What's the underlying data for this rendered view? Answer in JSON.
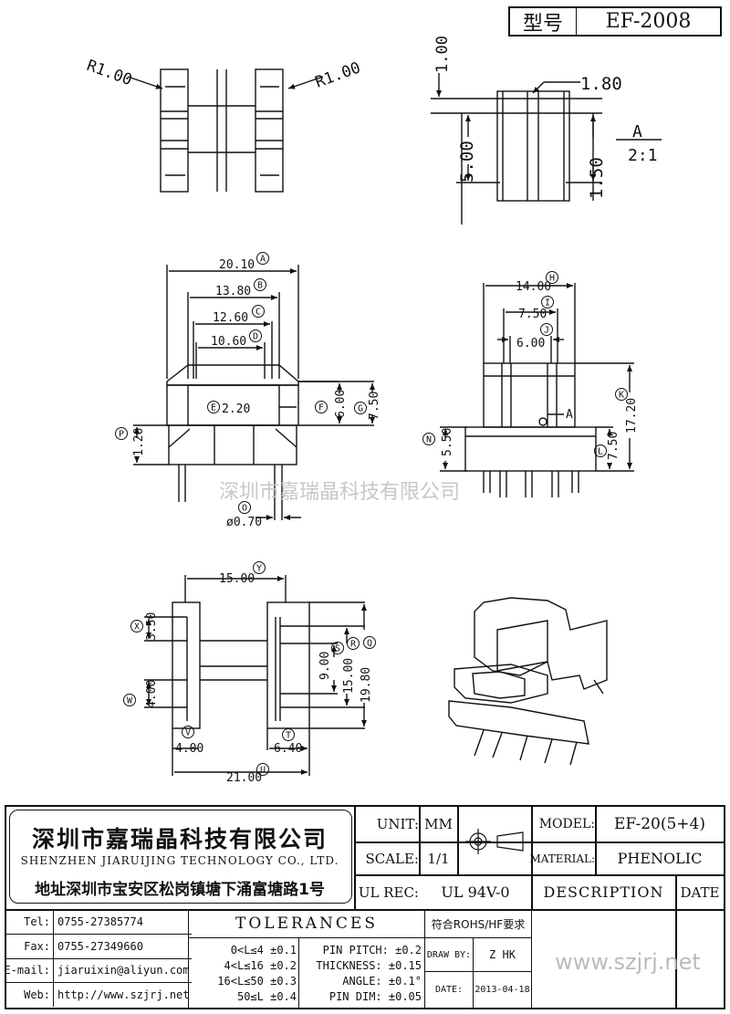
{
  "title_box": {
    "label": "型号",
    "model": "EF-2008"
  },
  "dims": {
    "r_left": "R1.00",
    "r_right": "R1.00",
    "d_1_00": "1.00",
    "d_1_80": "1.80",
    "d_5_00": "5.00",
    "d_1_50": "1.50",
    "detail_letter": "A",
    "detail_scale": "2:1",
    "A": "20.10",
    "B": "13.80",
    "C": "12.60",
    "D": "10.60",
    "E": "2.20",
    "F": "6.00",
    "G": "7.50",
    "P": "1.20",
    "O": "ø0.70",
    "H": "14.00",
    "I": "7.50",
    "J": "6.00",
    "K": "17.20",
    "L": "7.50",
    "N": "5.50",
    "Y": "15.00",
    "X": "3.50",
    "W": "4.00",
    "V": "4.00",
    "U": "21.00",
    "S": "9.00",
    "R": "15.00",
    "Q": "19.80",
    "T": "6.40",
    "detail_ref": "A"
  },
  "letters": [
    "A",
    "B",
    "C",
    "D",
    "E",
    "F",
    "G",
    "P",
    "O",
    "H",
    "I",
    "J",
    "K",
    "L",
    "N",
    "Y",
    "X",
    "W",
    "V",
    "U",
    "S",
    "R",
    "Q",
    "T"
  ],
  "watermark": "深圳市嘉瑞晶科技有限公司",
  "company": {
    "name_cn": "深圳市嘉瑞晶科技有限公司",
    "name_en": "SHENZHEN JIARUIJING TECHNOLOGY CO., LTD.",
    "address": "地址深圳市宝安区松岗镇塘下涌富塘路1号"
  },
  "contact": [
    {
      "label": "Tel:",
      "value": "0755-27385774"
    },
    {
      "label": "Fax:",
      "value": "0755-27349660"
    },
    {
      "label": "E-mail:",
      "value": "jiaruixin@aliyun.com"
    },
    {
      "label": "Web:",
      "value": "http://www.szjrj.net"
    }
  ],
  "table": {
    "unit_label": "UNIT:",
    "unit_value": "MM",
    "scale_label": "SCALE:",
    "scale_value": "1/1",
    "ulrec_label": "UL REC:",
    "ulrec_value": "UL 94V-0",
    "model_label": "MODEL:",
    "model_value": "EF-20(5+4)",
    "material_label": "MATERIAL:",
    "material_value": "PHENOLIC",
    "description_label": "DESCRIPTION",
    "date_label": "DATE",
    "tolerances_title": "TOLERANCES",
    "tol_lines": [
      "0<L≤4 ±0.1",
      "4<L≤16 ±0.2",
      "16<L≤50 ±0.3",
      "50≤L ±0.4"
    ],
    "pin_lines": [
      "PIN PITCH: ±0.2",
      "THICKNESS: ±0.15",
      "ANGLE: ±0.1°",
      "PIN DIM: ±0.05"
    ],
    "rohs": "符合ROHS/HF要求",
    "drawby_label": "DRAW BY:",
    "drawby_value": "Z HK",
    "date_field_label": "DATE:",
    "date_value": "2013-04-18",
    "website": "www.szjrj.net"
  }
}
